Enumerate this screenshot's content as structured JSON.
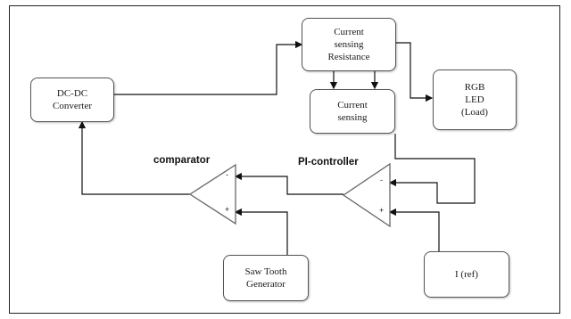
{
  "blocks": {
    "dcdc": "DC-DC\nConverter",
    "sense_res": "Current\nsensing\nResistance",
    "sensing": "Current\nsensing",
    "rgb": "RGB\nLED\n(Load)",
    "saw": "Saw Tooth\nGenerator",
    "iref": "I (ref)"
  },
  "labels": {
    "comparator": "comparator",
    "pi": "PI-controller",
    "comp_minus": "-",
    "comp_plus": "+",
    "pi_minus": "-",
    "pi_plus": "+"
  },
  "colors": {
    "line": "#111111",
    "border": "#555555"
  }
}
